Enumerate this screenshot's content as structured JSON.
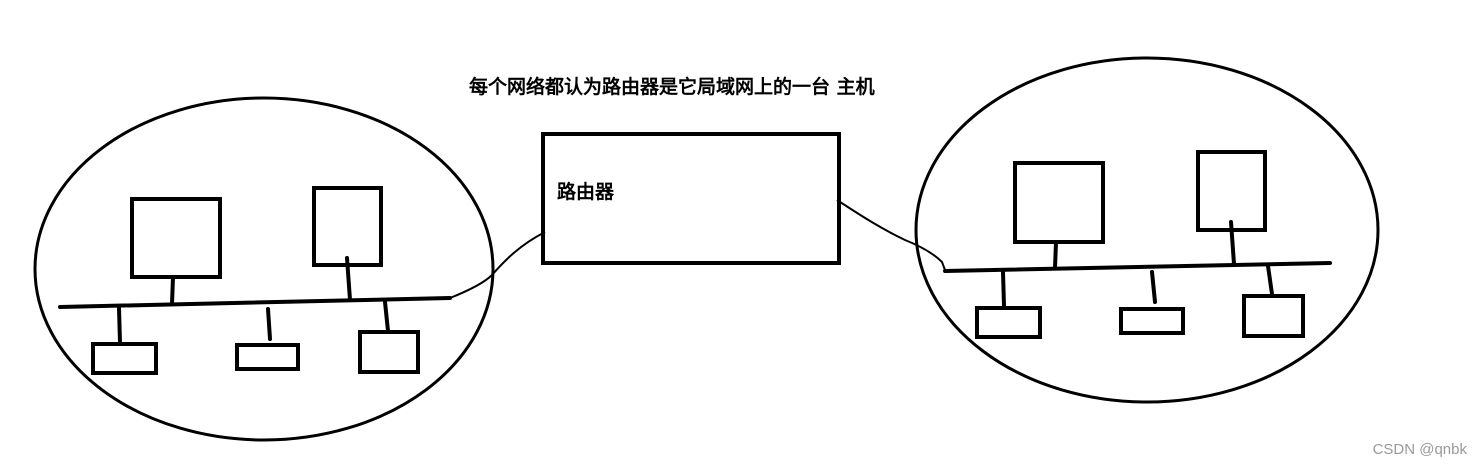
{
  "diagram": {
    "title": "每个网络都认为路由器是它局域网上的一台 主机",
    "router": {
      "label": "路由器"
    },
    "networks": [
      {
        "name": "left-lan",
        "hosts_large": 2,
        "hosts_small": 3
      },
      {
        "name": "right-lan",
        "hosts_large": 2,
        "hosts_small": 3
      }
    ],
    "stroke_color": "#000000",
    "background": "#ffffff"
  },
  "watermark": "CSDN @qnbk"
}
